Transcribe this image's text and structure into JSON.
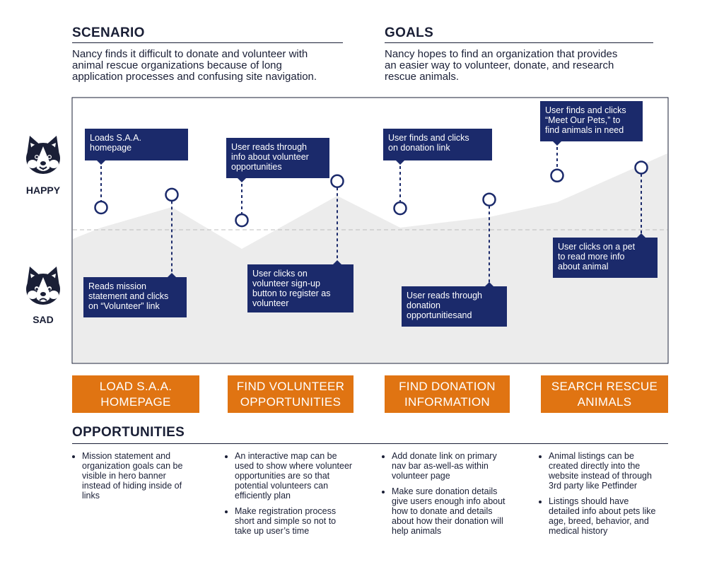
{
  "scenario": {
    "title": "SCENARIO",
    "lines": [
      "Nancy finds it difficult to donate and volunteer with",
      "animal rescue organizations because of long",
      "application processes and confusing site navigation."
    ]
  },
  "goals": {
    "title": "GOALS",
    "lines": [
      "Nancy hopes to find an organization that provides",
      "an easier way to volunteer, donate, and research",
      "rescue animals."
    ]
  },
  "faces": {
    "happy_label": "HAPPY",
    "sad_label": "SAD"
  },
  "colors": {
    "navy": "#1b2a6b",
    "orange": "#e07412",
    "area": "#ececec",
    "text": "#1a1f36"
  },
  "journey": {
    "points": [
      {
        "id": "p1",
        "mood": 0.5,
        "position": "above",
        "lines": [
          "Loads S.A.A.",
          "homepage"
        ]
      },
      {
        "id": "p2",
        "mood": 0.66,
        "position": "below",
        "lines": [
          "Reads mission",
          "statement and clicks",
          "on “Volunteer” link"
        ]
      },
      {
        "id": "p3",
        "mood": 0.34,
        "position": "above",
        "lines": [
          "User reads through",
          "info about volunteer",
          "opportunities"
        ]
      },
      {
        "id": "p4",
        "mood": 0.83,
        "position": "below",
        "lines": [
          "User clicks on",
          "volunteer sign-up",
          "button to register as",
          "volunteer"
        ]
      },
      {
        "id": "p5",
        "mood": 0.49,
        "position": "above",
        "lines": [
          "User finds and clicks",
          "on donation link"
        ]
      },
      {
        "id": "p6",
        "mood": 0.6,
        "position": "below",
        "lines": [
          "User reads through",
          "donation",
          "opportunitiesand"
        ]
      },
      {
        "id": "p7",
        "mood": 0.9,
        "position": "above",
        "lines": [
          "User finds and clicks",
          "“Meet Our Pets,” to",
          "find animals in need"
        ]
      },
      {
        "id": "p8",
        "mood": 1.0,
        "position": "below",
        "lines": [
          "User clicks on a pet",
          "to read more info",
          "about animal"
        ]
      }
    ]
  },
  "stages": [
    {
      "lines": [
        "LOAD S.A.A.",
        "HOMEPAGE"
      ]
    },
    {
      "lines": [
        "FIND VOLUNTEER",
        "OPPORTUNITIES"
      ]
    },
    {
      "lines": [
        "FIND DONATION",
        "INFORMATION"
      ]
    },
    {
      "lines": [
        "SEARCH RESCUE",
        "ANIMALS"
      ]
    }
  ],
  "opportunities": {
    "title": "OPPORTUNITIES",
    "columns": [
      {
        "items": [
          "Mission statement and organization goals can be visible in hero banner instead of hiding inside of links"
        ]
      },
      {
        "items": [
          "An interactive map can be used to show where volunteer opportunities are so that potential volunteers can efficiently plan",
          "Make registration process short and simple so not to take up user’s time"
        ]
      },
      {
        "items": [
          "Add donate link on primary nav bar as-well-as within volunteer page",
          "Make sure donation details give users enough info about how to donate and details about how their donation will help animals"
        ]
      },
      {
        "items": [
          "Animal listings can be created directly into the website instead of through 3rd party like Petfinder",
          "Listings should have detailed info about pets like age, breed, behavior, and medical history"
        ]
      }
    ]
  }
}
